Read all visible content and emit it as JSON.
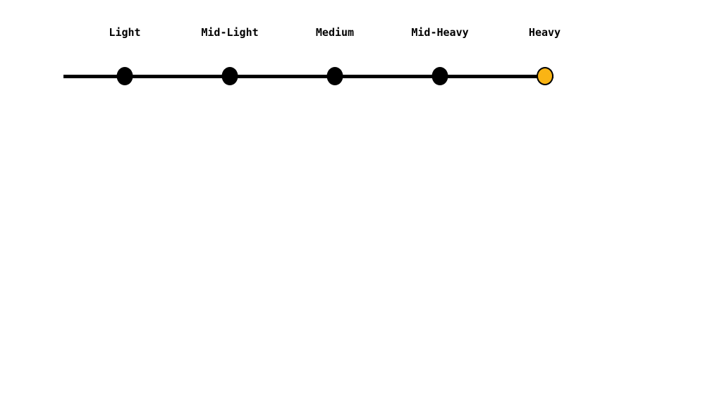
{
  "scale": {
    "points": [
      {
        "label": "Light",
        "selected": false
      },
      {
        "label": "Mid-Light",
        "selected": false
      },
      {
        "label": "Medium",
        "selected": false
      },
      {
        "label": "Mid-Heavy",
        "selected": false
      },
      {
        "label": "Heavy",
        "selected": true
      }
    ],
    "colors": {
      "line": "#000000",
      "dot": "#000000",
      "selected_fill": "#FAB414",
      "selected_border": "#000000"
    }
  },
  "chart_data": {
    "type": "line",
    "title": "",
    "categories": [
      "Light",
      "Mid-Light",
      "Medium",
      "Mid-Heavy",
      "Heavy"
    ],
    "values": [
      0,
      0,
      0,
      0,
      0
    ],
    "highlighted_category": "Heavy",
    "legend": "off",
    "grid": "off"
  }
}
